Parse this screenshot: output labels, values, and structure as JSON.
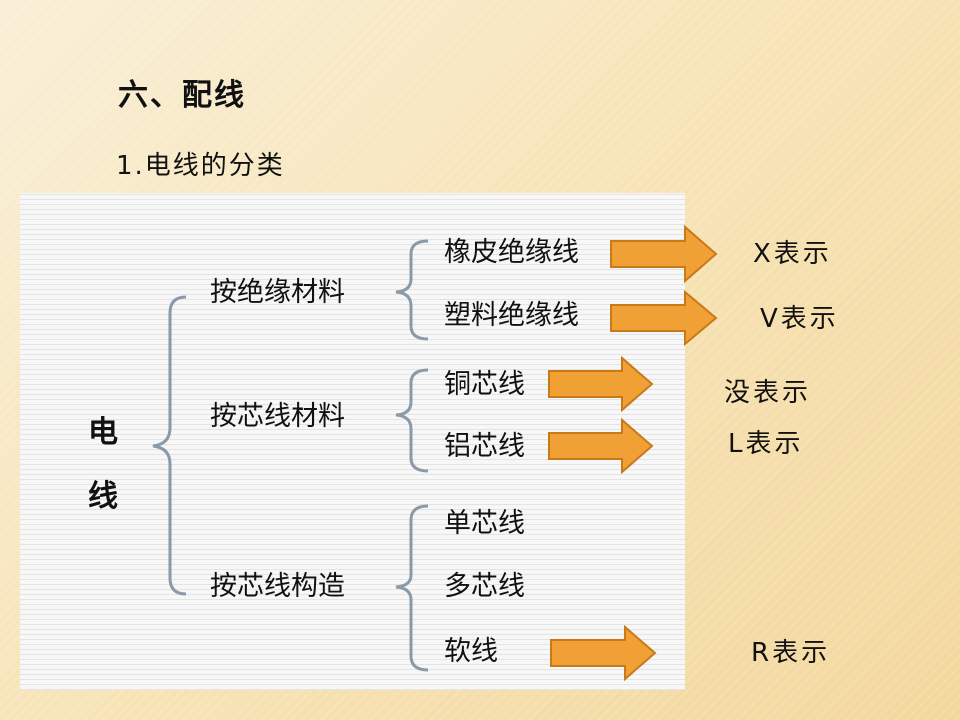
{
  "slide": {
    "heading": "六、配线",
    "subheading": "1.电线的分类"
  },
  "root": {
    "chars": [
      "电",
      "线"
    ]
  },
  "categories": [
    {
      "label": "按绝缘材料",
      "children": [
        {
          "label": "橡皮绝缘线",
          "notation": "X表示"
        },
        {
          "label": "塑料绝缘线",
          "notation": "V表示"
        }
      ]
    },
    {
      "label": "按芯线材料",
      "children": [
        {
          "label": "铜芯线",
          "notation": "没表示"
        },
        {
          "label": "铝芯线",
          "notation": "L表示"
        }
      ]
    },
    {
      "label": "按芯线构造",
      "children": [
        {
          "label": "单芯线"
        },
        {
          "label": "多芯线"
        },
        {
          "label": "软线",
          "notation": "R表示"
        }
      ]
    }
  ],
  "colors": {
    "arrow": "#f0a035",
    "arrow_edge": "#c97a18",
    "bracket": "#8a9aa8"
  }
}
